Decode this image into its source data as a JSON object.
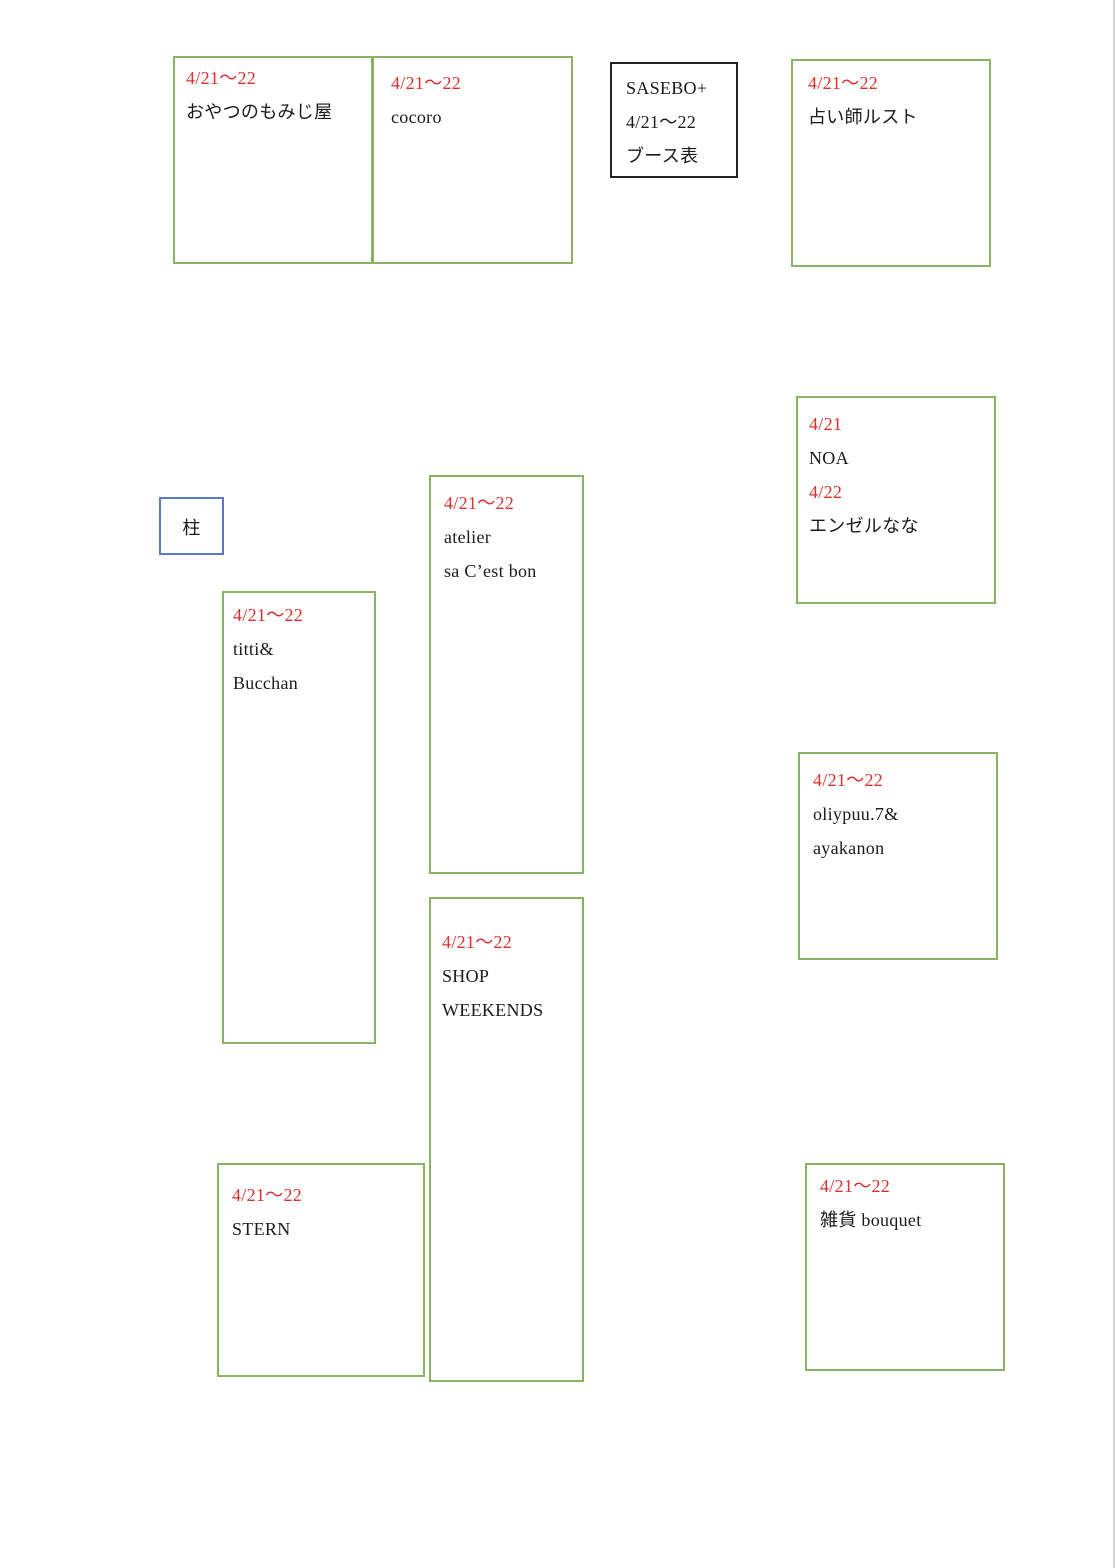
{
  "title_box": {
    "lines": [
      "SASEBO+",
      "4/21〜22",
      "ブース表"
    ]
  },
  "pillar": {
    "label": "柱"
  },
  "booths": [
    {
      "date": "4/21〜22",
      "name": "おやつのもみじ屋"
    },
    {
      "date": "4/21〜22",
      "name": "cocoro"
    },
    {
      "date": "4/21〜22",
      "name": "占い師ルスト"
    },
    {
      "date": "4/21",
      "name": "NOA",
      "date2": "4/22",
      "name2": "エンゼルなな"
    },
    {
      "date": "4/21〜22",
      "name": "atelier",
      "name2": "sa C’est bon"
    },
    {
      "date": "4/21〜22",
      "name": "titti&",
      "name2": "Bucchan"
    },
    {
      "date": "4/21〜22",
      "name": "oliypuu.7&",
      "name2": "ayakanon"
    },
    {
      "date": "4/21〜22",
      "name": "SHOP",
      "name2": "WEEKENDS"
    },
    {
      "date": "4/21〜22",
      "name": "STERN"
    },
    {
      "date": "4/21〜22",
      "name": "雑貨 bouquet"
    }
  ],
  "colors": {
    "booth_border": "#8ab463",
    "date_text": "#d9302c",
    "pillar_border": "#5a78c4"
  }
}
